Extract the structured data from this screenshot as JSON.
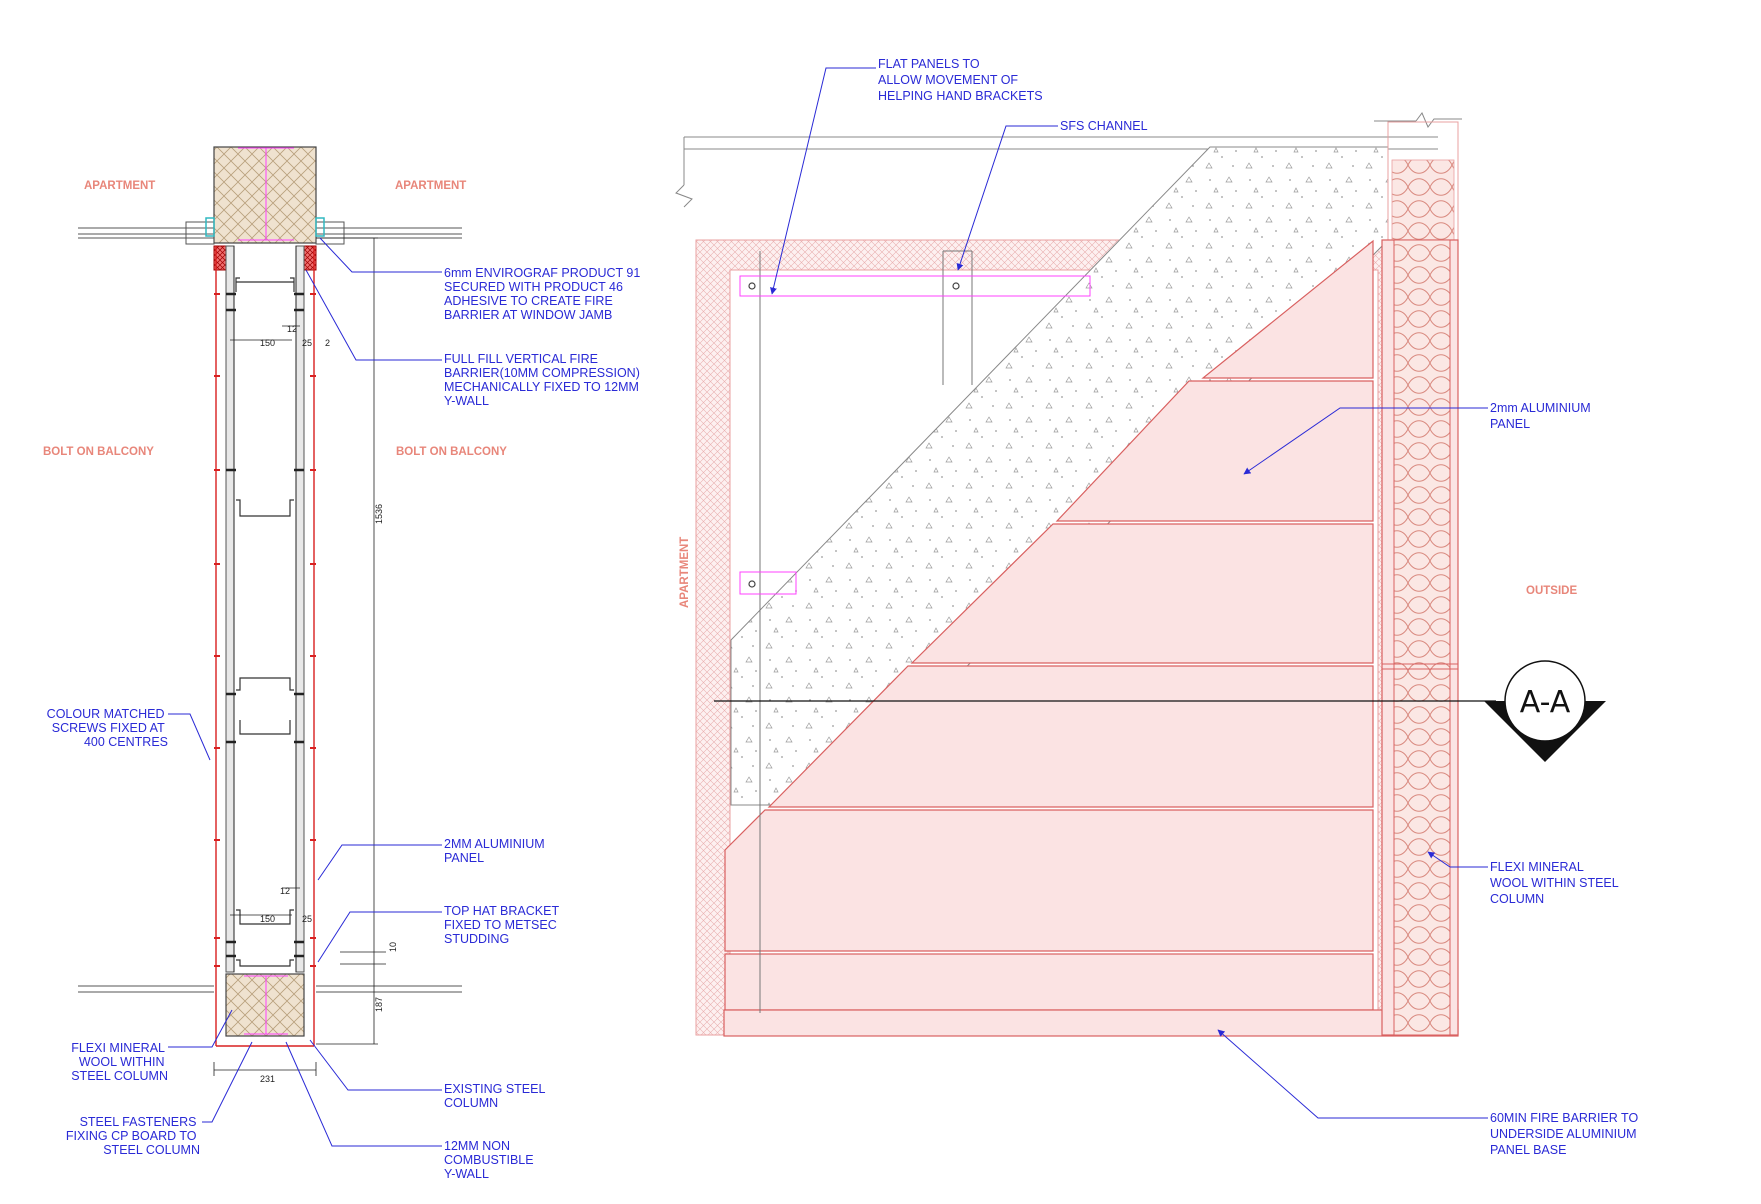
{
  "zones": {
    "apartment_left": "APARTMENT",
    "apartment_right": "APARTMENT",
    "balcony_left": "BOLT ON BALCONY",
    "balcony_right": "BOLT ON BALCONY",
    "apartment_vertical": "APARTMENT",
    "outside": "OUTSIDE"
  },
  "section_marker": "A-A",
  "colors": {
    "annotation": "#2a2ad6",
    "zone_text": "#e8867a",
    "fire_barrier_red": "#d92020",
    "panel_fill": "#fbe3e3",
    "steel_magenta": "#ff40ff",
    "insulation": "#e0cdb0"
  },
  "plan_labels": {
    "envirograf": [
      "6mm ENVIROGRAF PRODUCT 91",
      "SECURED WITH PRODUCT 46",
      "ADHESIVE TO CREATE FIRE",
      "BARRIER  AT WINDOW JAMB"
    ],
    "full_fill": [
      "FULL FILL VERTICAL FIRE",
      "BARRIER(10MM COMPRESSION)",
      "MECHANICALLY FIXED TO 12MM",
      "Y-WALL"
    ],
    "colour_matched": [
      "COLOUR MATCHED",
      "SCREWS FIXED AT",
      "400 CENTRES"
    ],
    "aluminium_panel": [
      "2MM ALUMINIUM",
      "PANEL"
    ],
    "top_hat": [
      "TOP HAT BRACKET",
      "FIXED TO METSEC",
      "STUDDING"
    ],
    "flexi_mineral": [
      "FLEXI MINERAL",
      "WOOL WITHIN",
      "STEEL COLUMN"
    ],
    "existing_steel": [
      "EXISTING STEEL",
      "COLUMN"
    ],
    "steel_fasteners": [
      "STEEL FASTENERS",
      "FIXING CP BOARD TO",
      "STEEL COLUMN"
    ],
    "non_combustible": [
      "12MM NON",
      "COMBUSTIBLE",
      "Y-WALL"
    ]
  },
  "dimensions": {
    "d12_top": "12",
    "d150_top": "150",
    "d25_top": "25",
    "d2": "2",
    "d1536": "1536",
    "d12_bottom": "12",
    "d150_bottom": "150",
    "d25_bottom": "25",
    "d10": "10",
    "d187": "187",
    "d231": "231"
  },
  "elevation_labels": {
    "flat_panels": [
      "FLAT PANELS TO",
      "ALLOW MOVEMENT OF",
      "HELPING HAND BRACKETS"
    ],
    "sfs_channel": "SFS CHANNEL",
    "aluminium_panel": [
      "2mm ALUMINIUM",
      "PANEL"
    ],
    "flexi_mineral": [
      "FLEXI MINERAL",
      "WOOL WITHIN STEEL",
      "COLUMN"
    ],
    "fire_barrier": [
      "60MIN FIRE BARRIER TO",
      "UNDERSIDE ALUMINIUM",
      "PANEL BASE"
    ]
  }
}
